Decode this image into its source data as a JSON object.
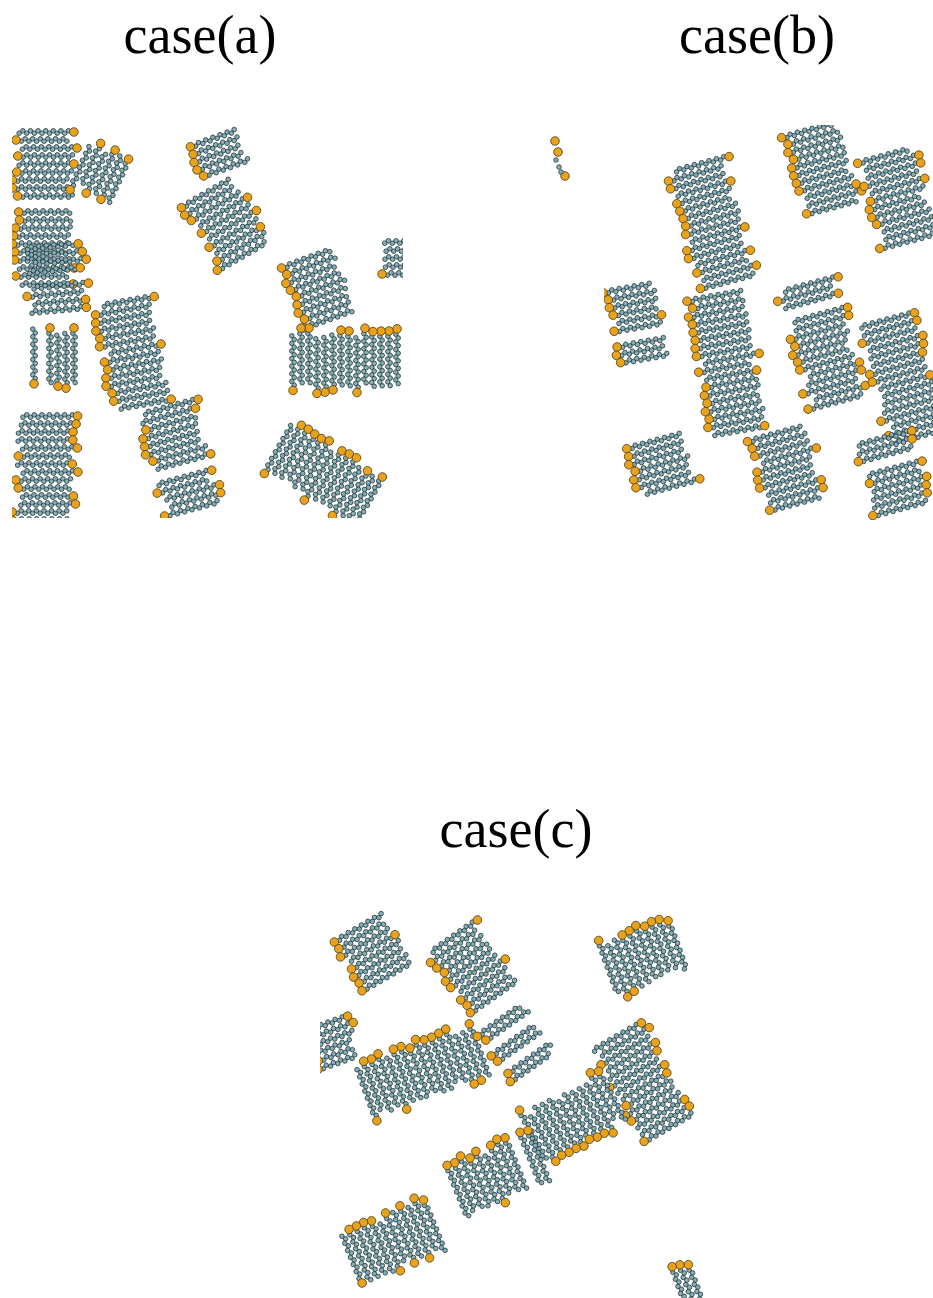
{
  "diagram": {
    "labels": [
      "case(a)",
      "case(b)",
      "case(c)"
    ]
  }
}
